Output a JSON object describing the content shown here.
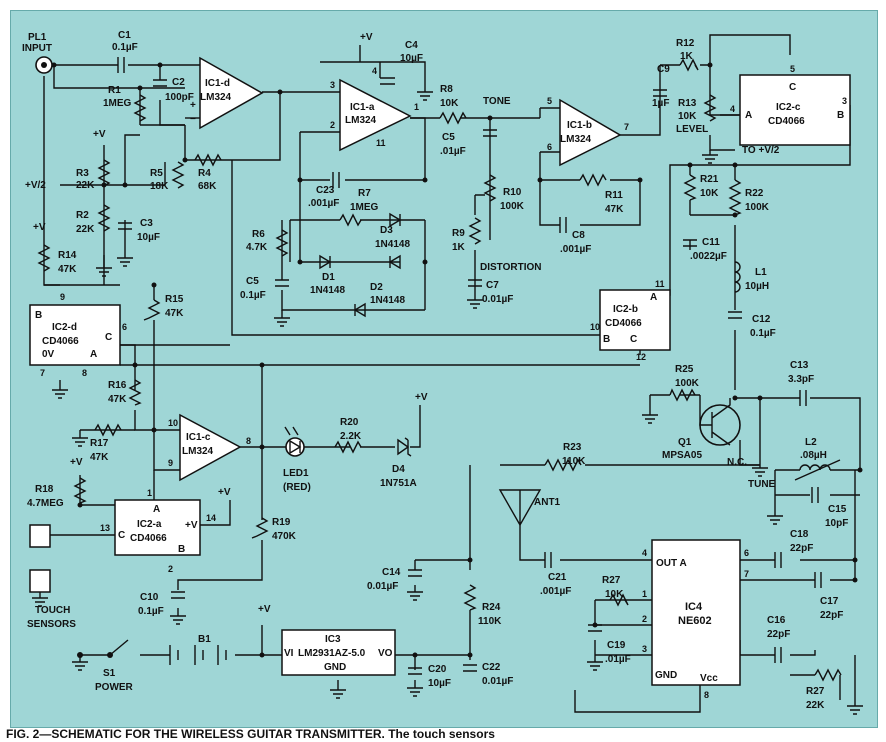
{
  "figure": {
    "caption": "FIG. 2—SCHEMATIC FOR THE WIRELESS GUITAR TRANSMITTER. The touch sensors"
  },
  "labels": {
    "pl1": "PL1",
    "input": "INPUT",
    "c1": "C1",
    "c1v": "0.1µF",
    "r1": "R1",
    "r1v": "1MEG",
    "c2": "C2",
    "c2v": "100pF",
    "plus_v": "+V",
    "r3": "R3",
    "r3v": "22K",
    "v2": "+V/2",
    "r2": "R2",
    "r2v": "22K",
    "c3": "C3",
    "c3v": "10µF",
    "r5": "R5",
    "r5v": "18K",
    "r4": "R4",
    "r4v": "68K",
    "ic1d_a": "IC1-d",
    "ic1d_b": "LM324",
    "c4": "C4",
    "c4v": "10µF",
    "ic1a_a": "IC1-a",
    "ic1a_b": "LM324",
    "r8": "R8",
    "r8v": "10K",
    "tone": "TONE",
    "c5": "C5",
    "c5v": ".01µF",
    "c23": "C23",
    "c23v": ".001µF",
    "r7": "R7",
    "r7v": "1MEG",
    "d3": "D3",
    "d3v": "1N4148",
    "r6": "R6",
    "r6v": "4.7K",
    "d1": "D1",
    "d1v": "1N4148",
    "d2": "D2",
    "d2v": "1N4148",
    "c5b": "C5",
    "c5bv": "0.1µF",
    "ic1b_a": "IC1-b",
    "ic1b_b": "LM324",
    "r10": "R10",
    "r10v": "100K",
    "r11": "R11",
    "r11v": "47K",
    "r9": "R9",
    "r9v": "1K",
    "c8": "C8",
    "c8v": ".001µF",
    "distortion": "DISTORTION",
    "c7": "C7",
    "c7v": "0.01µF",
    "c9": "C9",
    "c9v": "1µF",
    "r12": "R12",
    "r12v": "1K",
    "r13": "R13",
    "r13v": "10K",
    "level": "LEVEL",
    "ic2c_a": "IC2-c",
    "ic2c_b": "CD4066",
    "to_v2": "TO +V/2",
    "r21": "R21",
    "r21v": "10K",
    "r22": "R22",
    "r22v": "100K",
    "c11": "C11",
    "c11v": ".0022µF",
    "l1": "L1",
    "l1v": "10µH",
    "c12": "C12",
    "c12v": "0.1µF",
    "ic2b_a": "IC2-b",
    "ic2b_b": "CD4066",
    "r14": "R14",
    "r14v": "47K",
    "ic2d_a": "IC2-d",
    "ic2d_b": "CD4066",
    "zero_v": "0V",
    "r15": "R15",
    "r15v": "47K",
    "r16": "R16",
    "r16v": "47K",
    "r17": "R17",
    "r17v": "47K",
    "ic1c_a": "IC1-c",
    "ic1c_b": "LM324",
    "led1": "LED1",
    "red": "(RED)",
    "r20": "R20",
    "r20v": "2.2K",
    "d4": "D4",
    "d4v": "1N751A",
    "r23": "R23",
    "r23v": "110K",
    "r25": "R25",
    "r25v": "100K",
    "q1": "Q1",
    "q1v": "MPSA05",
    "nc": "N.C.",
    "c13": "C13",
    "c13v": "3.3pF",
    "l2": "L2",
    "l2v": ".08µH",
    "tune": "TUNE",
    "c15": "C15",
    "c15v": "10pF",
    "r18": "R18",
    "r18v": "4.7MEG",
    "ic2a_a": "IC2-a",
    "ic2a_b": "CD4066",
    "r19": "R19",
    "r19v": "470K",
    "c10": "C10",
    "c10v": "0.1µF",
    "touch1": "TOUCH",
    "touch2": "SENSORS",
    "ant1": "ANT1",
    "c14": "C14",
    "c14v": "0.01µF",
    "c21": "C21",
    "c21v": ".001µF",
    "r24": "R24",
    "r24v": "110K",
    "r27": "R27",
    "r27v": "10K",
    "c19": "C19",
    "c19v": ".01µF",
    "ic4": "IC4",
    "ic4v": "NE602",
    "out_a": "OUT A",
    "gnd": "GND",
    "vcc": "Vcc",
    "c18": "C18",
    "c18v": "22pF",
    "c17": "C17",
    "c17v": "22pF",
    "c16": "C16",
    "c16v": "22pF",
    "r27b": "R27",
    "r27bv": "22K",
    "s1": "S1",
    "power": "POWER",
    "b1": "B1",
    "ic3": "IC3",
    "ic3v": "LM2931AZ-5.0",
    "vi": "VI",
    "vo": "VO",
    "ic3gnd": "GND",
    "c20": "C20",
    "c20v": "10µF",
    "c22": "C22",
    "c22v": "0.01µF",
    "pin_a": "A",
    "pin_b": "B",
    "pin_c": "C",
    "plus_v_small": "+V"
  },
  "pins": [
    "1",
    "2",
    "3",
    "4",
    "5",
    "6",
    "7",
    "8",
    "9",
    "10",
    "11",
    "12",
    "13",
    "14"
  ],
  "colors": {
    "background": "#9fd6d6",
    "ink": "#111111",
    "ic_fill": "#ffffff"
  }
}
